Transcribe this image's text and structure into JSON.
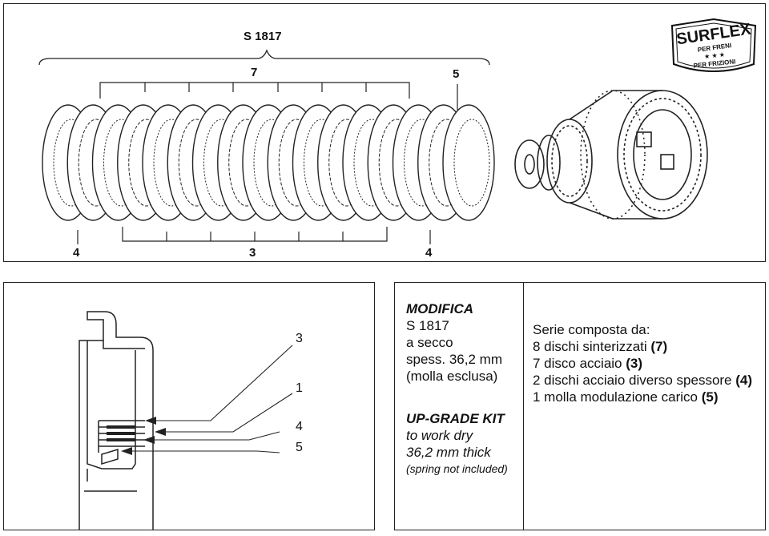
{
  "top": {
    "kit_code": "S 1817",
    "callout_7": "7",
    "callout_5": "5",
    "callout_4_left": "4",
    "callout_3": "3",
    "callout_4_right": "4"
  },
  "logo": {
    "brand": "SURFLEX",
    "line1": "PER FRENI",
    "stars": "★ ★ ★",
    "line2": "PER FRIZIONI"
  },
  "detail": {
    "callout_3": "3",
    "callout_1": "1",
    "callout_4": "4",
    "callout_5": "5"
  },
  "info": {
    "heading": "MODIFICA",
    "line1": "S 1817",
    "line2": "a secco",
    "line3": "spess. 36,2 mm",
    "line4": "(molla esclusa)",
    "upgrade_heading": "UP-GRADE KIT",
    "upgrade_line1": "to work dry",
    "upgrade_line2": "36,2 mm thick",
    "upgrade_line3": "(spring not included)",
    "series_intro": "Serie composta da:",
    "items": [
      {
        "text": "8 dischi sinterizzati ",
        "ref": "(7)"
      },
      {
        "text": "7 disco acciaio ",
        "ref": "(3)"
      },
      {
        "text": "2 dischi acciaio diverso spessore ",
        "ref": "(4)"
      },
      {
        "text": "1 molla modulazione carico ",
        "ref": "(5)"
      }
    ]
  }
}
